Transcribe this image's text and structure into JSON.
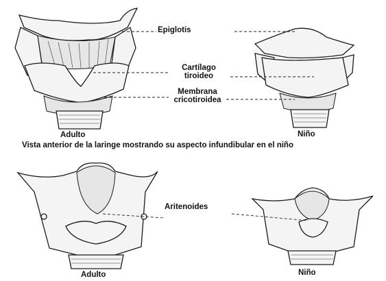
{
  "labels": {
    "epiglotis": "Epiglotis",
    "cartilago_line1": "Cartílago",
    "cartilago_line2": "tiroideo",
    "membrana_line1": "Membrana",
    "membrana_line2": "cricotiroidea",
    "adulto_top": "Adulto",
    "nino_top": "Niño",
    "caption": "Vista anterior de la laringe mostrando su aspecto infundibular en el niño",
    "aritenoides": "Aritenoides",
    "adulto_bottom": "Adulto",
    "nino_bottom": "Niño"
  }
}
